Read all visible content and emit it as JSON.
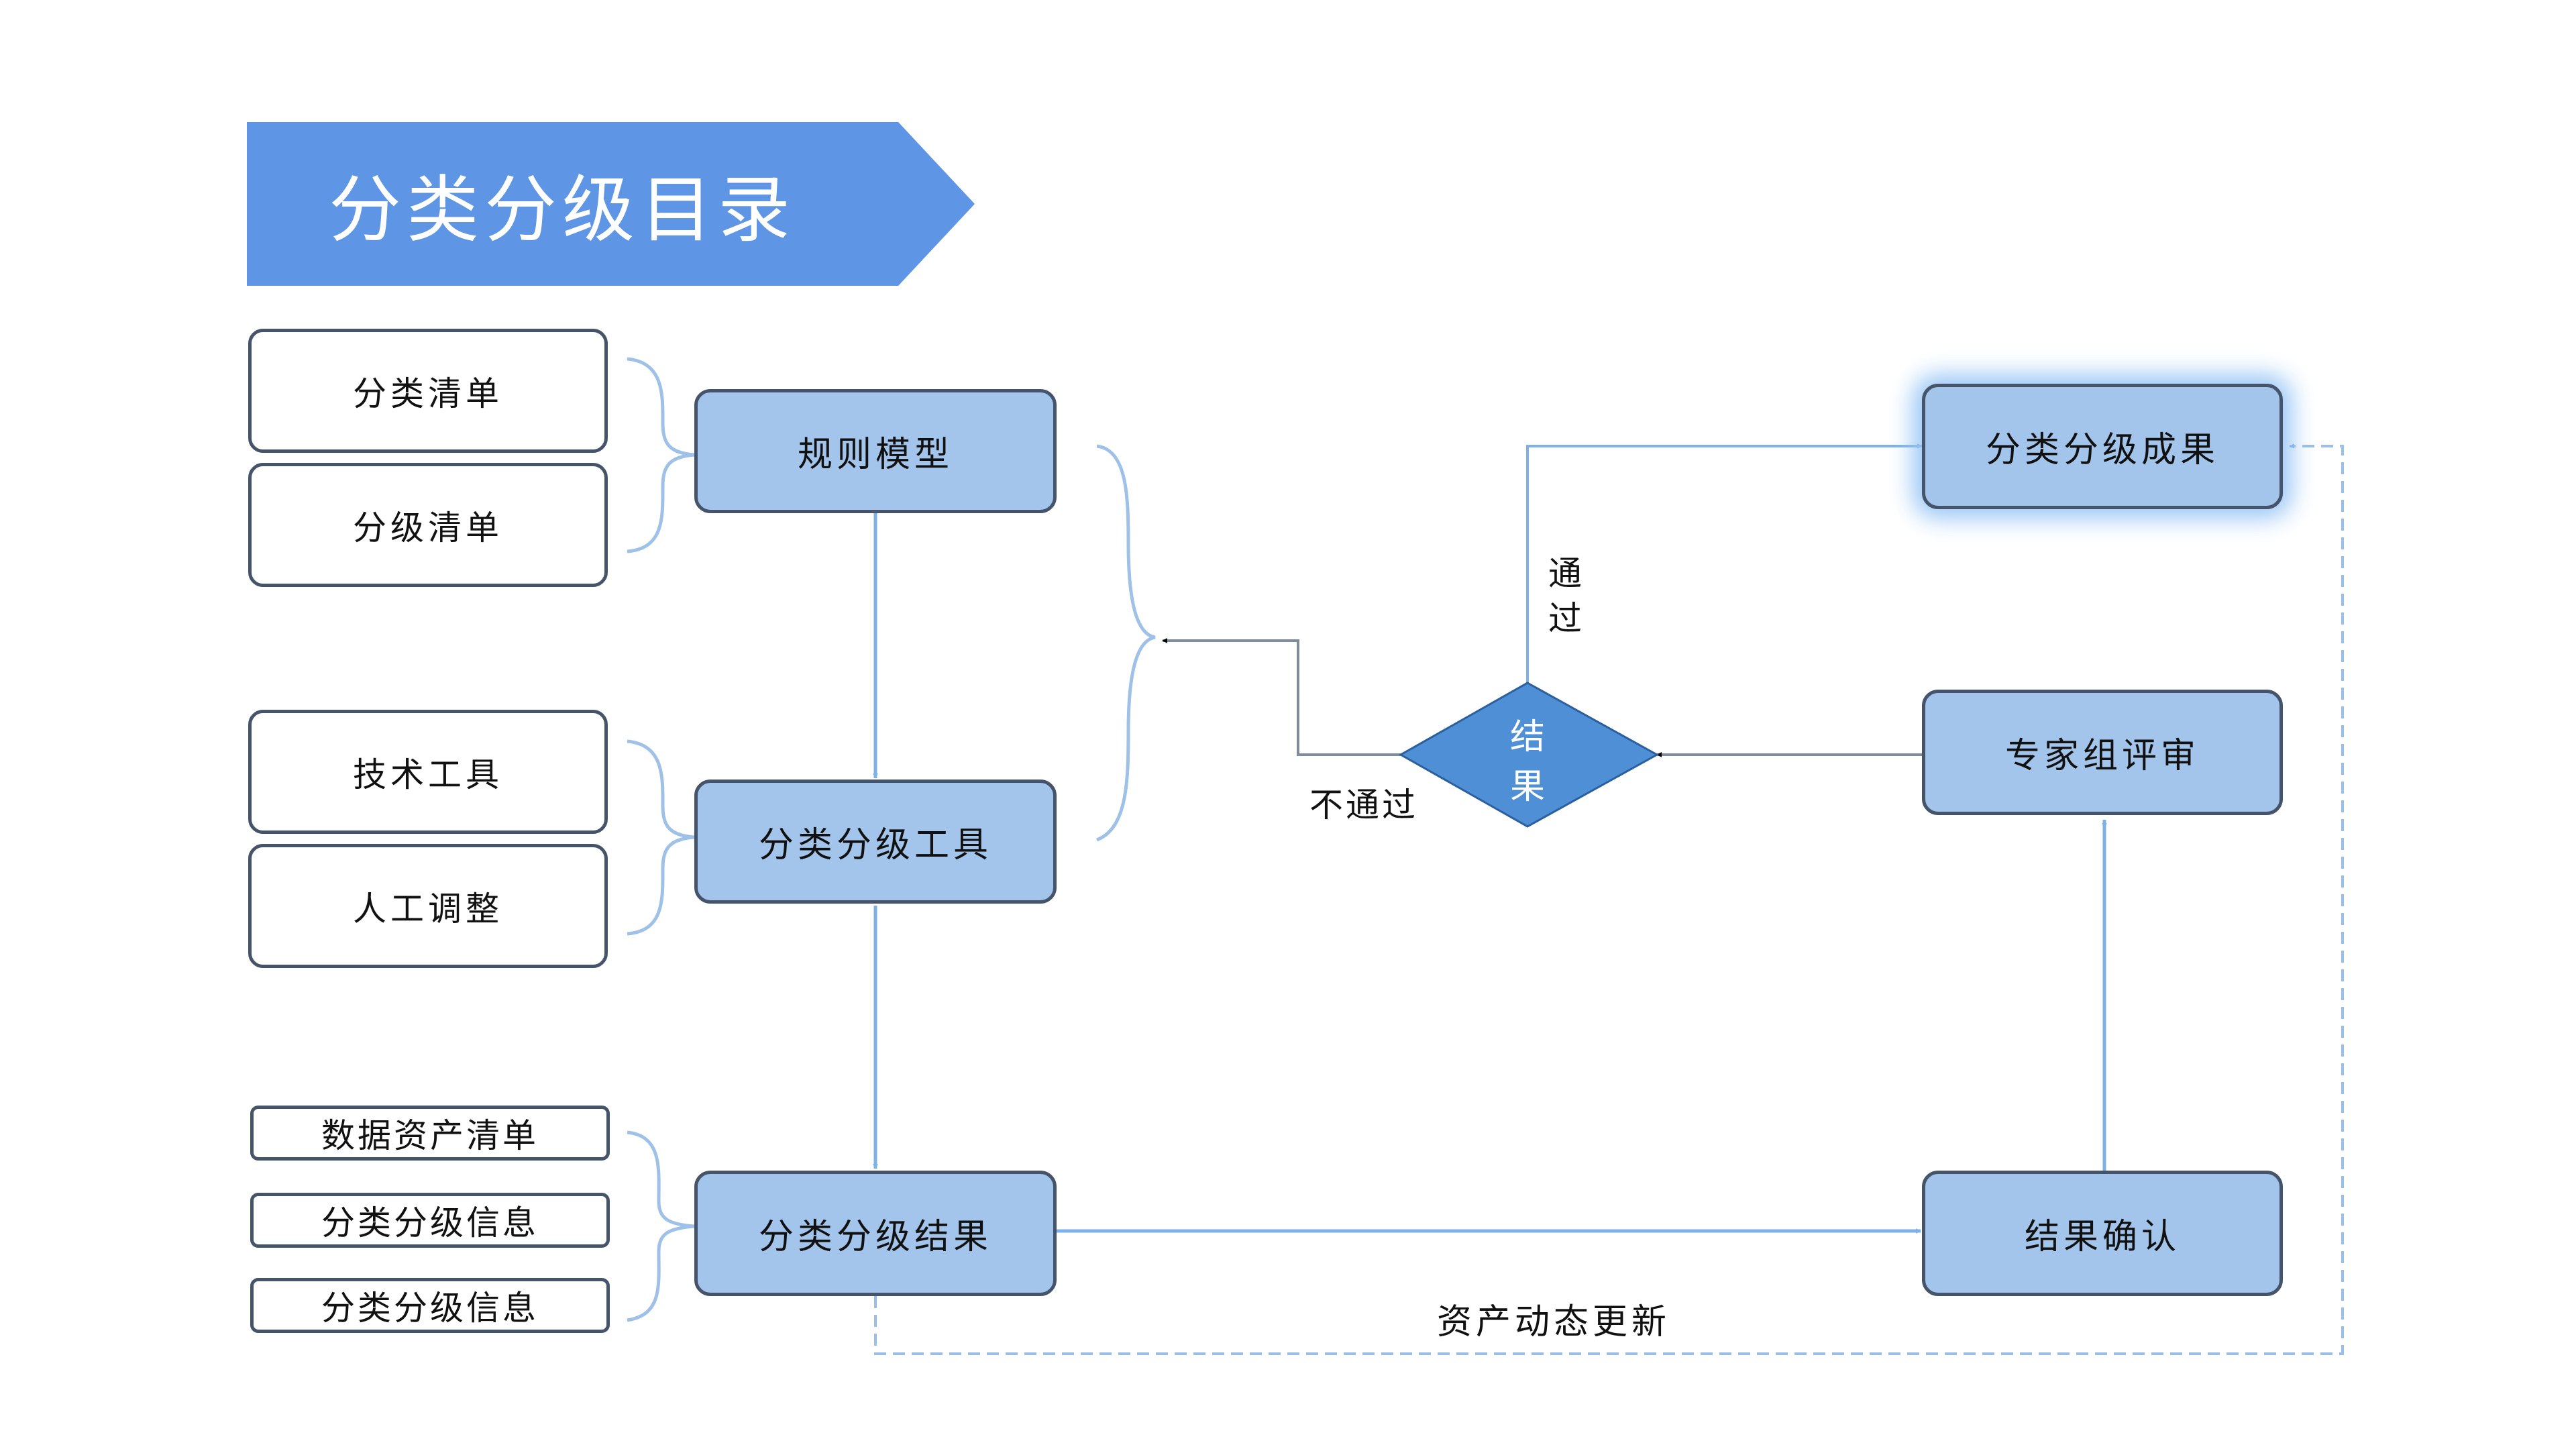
{
  "title": "分类分级目录",
  "left_inputs": {
    "group1": [
      "分类清单",
      "分级清单"
    ],
    "group2": [
      "技术工具",
      "人工调整"
    ],
    "group3": [
      "数据资产清单",
      "分类分级信息",
      "分类分级信息"
    ]
  },
  "center": {
    "rule_model": "规则模型",
    "tool": "分类分级工具",
    "result": "分类分级结果"
  },
  "decision": {
    "label_line1": "结",
    "label_line2": "果",
    "pass_line1": "通",
    "pass_line2": "过",
    "fail": "不通过"
  },
  "right": {
    "achievement": "分类分级成果",
    "expert_review": "专家组评审",
    "confirm": "结果确认"
  },
  "feedback_label": "资产动态更新",
  "colors": {
    "banner": "#5f95e5",
    "box_fill": "#a3c4eb",
    "box_border": "#45546b",
    "arrow": "#7eb1e6",
    "decision": "#4f8fd6"
  }
}
